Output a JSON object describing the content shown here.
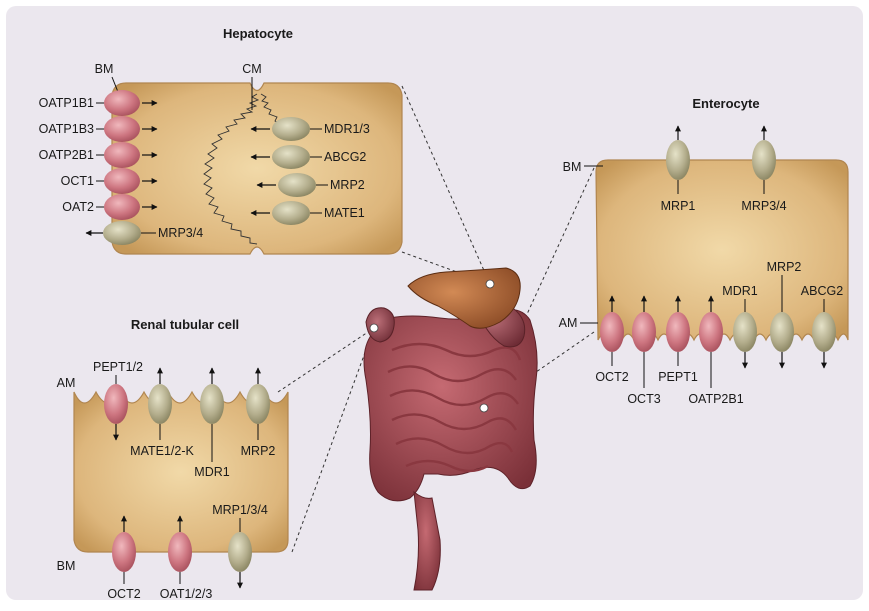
{
  "colors": {
    "background": "#ebe7ee",
    "cell_fill": "#d9b377",
    "cell_stroke": "#a8824a",
    "pink_transporter": "#c9717a",
    "grey_transporter": "#b0ab8a"
  },
  "hepatocyte": {
    "title": "Hepatocyte",
    "bm_label": "BM",
    "cm_label": "CM",
    "basolateral": [
      "OATP1B1",
      "OATP1B3",
      "OATP2B1",
      "OCT1",
      "OAT2",
      "MRP3/4"
    ],
    "canalicular": [
      "MDR1/3",
      "ABCG2",
      "MRP2",
      "MATE1"
    ]
  },
  "enterocyte": {
    "title": "Enterocyte",
    "bm_label": "BM",
    "am_label": "AM",
    "basolateral": [
      "MRP1",
      "MRP3/4"
    ],
    "apical": [
      "OCT2",
      "OCT3",
      "PEPT1",
      "OATP2B1",
      "MDR1",
      "MRP2",
      "ABCG2"
    ]
  },
  "renal": {
    "title": "Renal tubular cell",
    "am_label": "AM",
    "bm_label": "BM",
    "apical": [
      "PEPT1/2",
      "MATE1/2-K",
      "MDR1",
      "MRP2"
    ],
    "basolateral": [
      "OCT2",
      "OAT1/2/3",
      "MRP1/3/4"
    ]
  },
  "anatomy": {
    "icon": "liver-kidney-intestine-icon"
  }
}
